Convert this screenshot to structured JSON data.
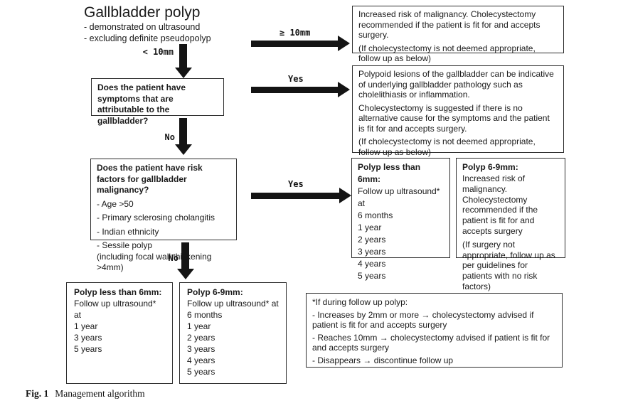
{
  "colors": {
    "ink": "#1a1a1a",
    "background": "#ffffff"
  },
  "title": {
    "heading": "Gallbladder polyp",
    "bullet1": "- demonstrated on ultrasound",
    "bullet2": "- excluding definite pseudopolyp"
  },
  "arrows": {
    "ge10_label": "≥ 10mm",
    "lt10_label": "< 10mm",
    "yes_symptoms": "Yes",
    "no_symptoms": "No",
    "yes_risk": "Yes",
    "no_risk": "No"
  },
  "boxes": {
    "ge10_outcome": {
      "p1": "Increased risk of malignancy. Cholecystectomy recommended if the patient is fit for and accepts surgery.",
      "p2": "(If cholecystectomy is not deemed appropriate, follow up as below)"
    },
    "symptoms_question": {
      "text": "Does the patient have symptoms that are attributable to the gallbladder?"
    },
    "symptomatic_outcome": {
      "p1": "Polypoid lesions of the gallbladder can be indicative of underlying gallbladder pathology such as cholelithiasis or inflammation.",
      "p2": "Cholecystectomy is suggested if there is no alternative cause for the symptoms and the patient is fit for and accepts surgery.",
      "p3": "(If cholecystectomy is not deemed appropriate, follow up as below)"
    },
    "risk_question": {
      "heading": "Does the patient have risk factors for gallbladder malignancy?",
      "items": [
        "- Age >50",
        "- Primary sclerosing cholangitis",
        "- Indian ethnicity",
        "- Sessile polyp",
        "(including focal wall thickening >4mm)"
      ]
    },
    "risk_polyp_lt6": {
      "heading": "Polyp less than 6mm:",
      "lines": [
        "Follow up ultrasound* at",
        "6 months",
        "1 year",
        "2 years",
        "3 years",
        "4 years",
        "5 years"
      ]
    },
    "risk_polyp_6to9": {
      "heading": "Polyp 6-9mm:",
      "p1": "Increased risk of malignancy. Cholecystectomy recommended if the patient is fit for and accepts surgery",
      "p2": "(If surgery not appropriate, follow up as per guidelines for patients with no risk factors)"
    },
    "norisk_polyp_lt6": {
      "heading": "Polyp less than 6mm:",
      "lines": [
        "Follow up ultrasound* at",
        "1 year",
        "3 years",
        "5 years"
      ]
    },
    "norisk_polyp_6to9": {
      "heading": "Polyp 6-9mm:",
      "lines": [
        "Follow up ultrasound* at",
        "6 months",
        "1 year",
        "2 years",
        "3 years",
        "4 years",
        "5 years"
      ]
    },
    "followup_note": {
      "p1": "*If during follow up polyp:",
      "p2": "- Increases by 2mm or more → cholecystectomy advised if patient is fit for and accepts surgery",
      "p3": "- Reaches 10mm → cholecystectomy advised if patient is fit for and accepts surgery",
      "p4": "- Disappears → discontinue follow up"
    }
  },
  "caption": {
    "label": "Fig. 1",
    "text": "Management algorithm"
  }
}
